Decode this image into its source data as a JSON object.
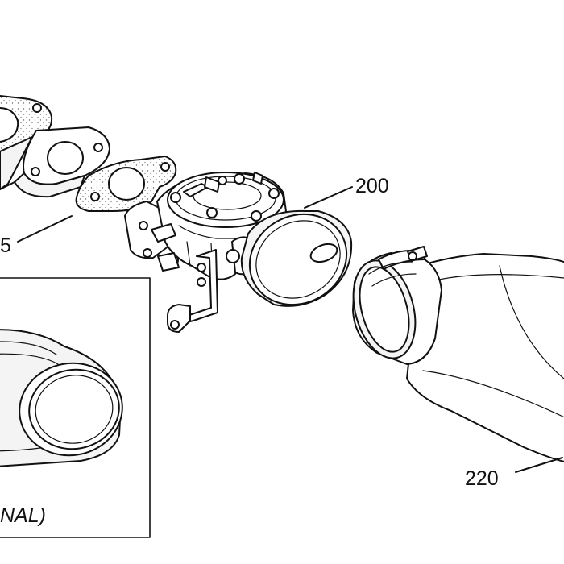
{
  "callouts": {
    "part_200": "200",
    "part_220": "220",
    "part_5": "5",
    "inset_caption": "NAL)"
  },
  "colors": {
    "line": "#111111",
    "background": "#ffffff"
  }
}
